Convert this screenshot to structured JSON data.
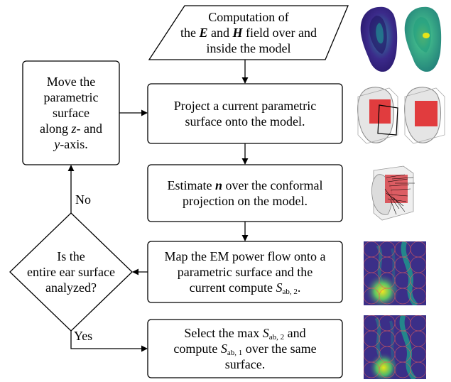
{
  "nodes": {
    "compute": {
      "line1": "Computation of",
      "line2_pre": "the ",
      "line2_E": "E",
      "line2_mid": " and ",
      "line2_H": "H",
      "line2_post": " field over and",
      "line3": "inside the model"
    },
    "project": {
      "line1": "Project a current parametric",
      "line2": "surface onto the model."
    },
    "estimate": {
      "line1_pre": "Estimate ",
      "line1_n": "n",
      "line1_post": " over the conformal",
      "line2": "projection on the model."
    },
    "map": {
      "line1": "Map the EM power flow onto a",
      "line2": "parametric surface and the",
      "line3_pre": "current compute ",
      "line3_S": "S",
      "line3_sub": "ab, 2",
      "line3_post": "."
    },
    "select": {
      "line1_pre": "Select the max ",
      "line1_S": "S",
      "line1_sub": "ab, 2",
      "line1_post": " and",
      "line2_pre": "compute ",
      "line2_S": "S",
      "line2_sub": "ab, 1",
      "line2_post": " over the same",
      "line3": "surface."
    },
    "move": {
      "line1": "Move the",
      "line2": "parametric",
      "line3": "surface",
      "line4_pre": "along ",
      "line4_z": "z",
      "line4_post": "- and",
      "line5_y": "y",
      "line5_post": "-axis."
    },
    "decision": {
      "line1": "Is the",
      "line2": "entire ear surface",
      "line3": "analyzed?"
    }
  },
  "edge_labels": {
    "no": "No",
    "yes": "Yes"
  },
  "colors": {
    "stroke": "#000000",
    "ear_dark": "#3b2a8a",
    "ear_green": "#2fa383",
    "red_patch": "#e0292b",
    "heat_dark": "#3b2f88",
    "heat_teal": "#21908c",
    "heat_yellow": "#e6e419"
  }
}
